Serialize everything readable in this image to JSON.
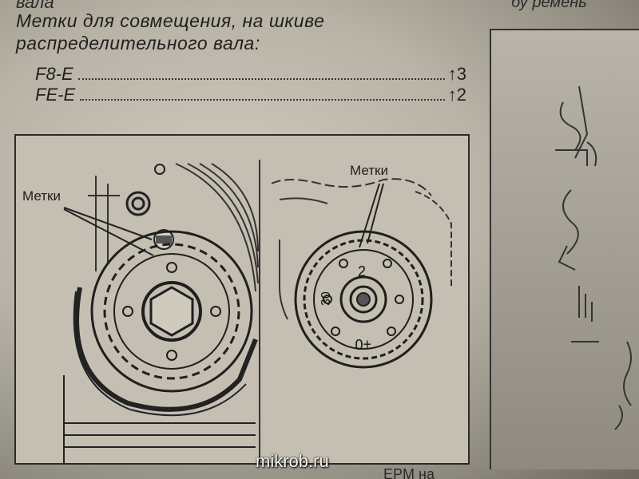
{
  "header": {
    "cut_left": "вала",
    "cut_right": "бу ремень"
  },
  "caption": {
    "line1": "Метки для совмещения, на шкиве",
    "line2": "распределительного вала:"
  },
  "specs": [
    {
      "model": "F8-E",
      "arrow": "↑",
      "mark": "3"
    },
    {
      "model": "FE-E",
      "arrow": "↑",
      "mark": "2"
    }
  ],
  "figure": {
    "left_label": "Метки",
    "right_label": "Метки",
    "pulley_marks": {
      "top": "2",
      "left": "30",
      "bottom": "+0"
    }
  },
  "watermark": "mikrob.ru",
  "footer_cut": "EPM на"
}
